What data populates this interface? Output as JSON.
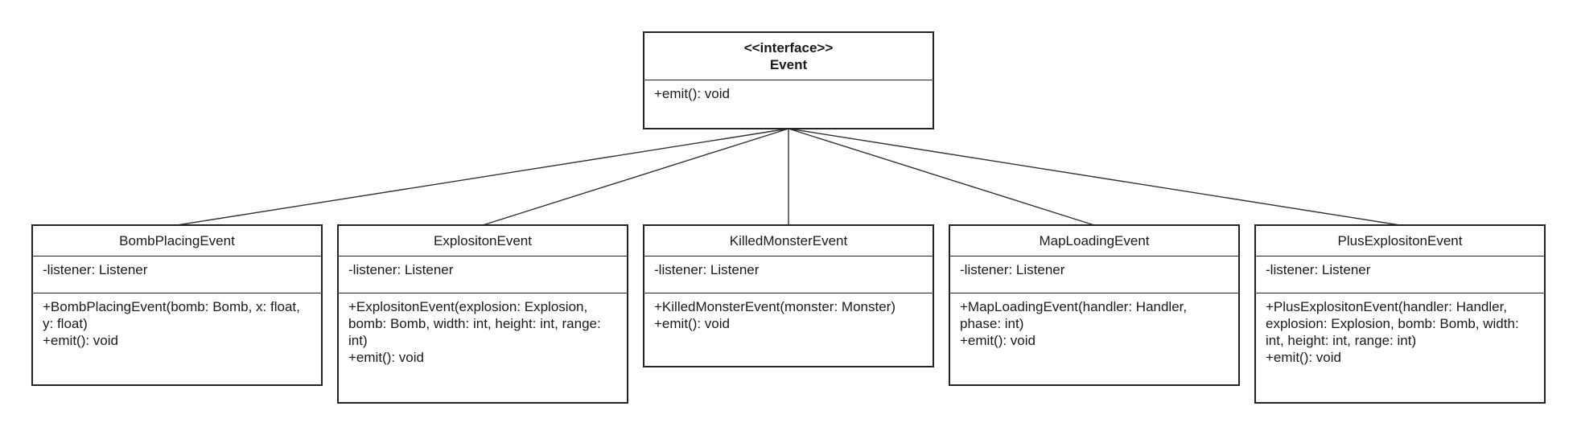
{
  "interface": {
    "stereotype": "<<interface>>",
    "name": "Event",
    "operations": [
      "+emit(): void"
    ]
  },
  "classes": [
    {
      "name": "BombPlacingEvent",
      "attributes": [
        "-listener: Listener"
      ],
      "operations": [
        "+BombPlacingEvent(bomb: Bomb, x: float, y: float)",
        "+emit(): void"
      ]
    },
    {
      "name": "ExplositonEvent",
      "attributes": [
        "-listener: Listener"
      ],
      "operations": [
        "+ExplositonEvent(explosion: Explosion, bomb: Bomb, width: int, height: int, range: int)",
        "+emit(): void"
      ]
    },
    {
      "name": "KilledMonsterEvent",
      "attributes": [
        "-listener: Listener"
      ],
      "operations": [
        "+KilledMonsterEvent(monster: Monster)",
        "+emit(): void"
      ]
    },
    {
      "name": "MapLoadingEvent",
      "attributes": [
        "-listener: Listener"
      ],
      "operations": [
        "+MapLoadingEvent(handler: Handler, phase: int)",
        "+emit(): void"
      ]
    },
    {
      "name": "PlusExplositonEvent",
      "attributes": [
        "-listener: Listener"
      ],
      "operations": [
        "+PlusExplositonEvent(handler: Handler, explosion: Explosion, bomb: Bomb, width: int, height: int, range: int)",
        "+emit(): void"
      ]
    }
  ]
}
